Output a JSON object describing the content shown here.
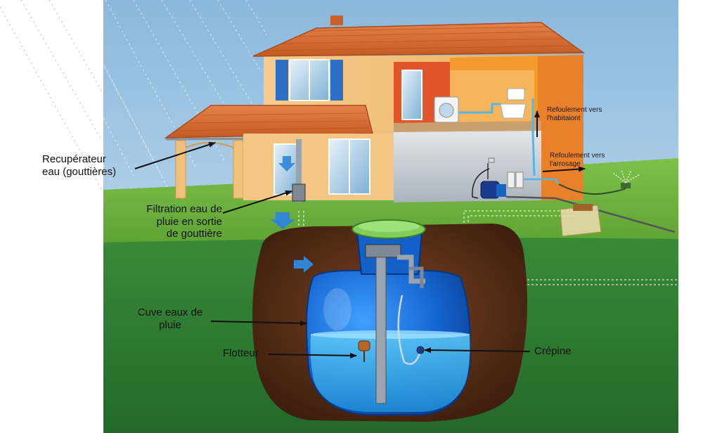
{
  "labels": {
    "recuperateur": [
      "Recupérateur",
      "eau (gouttières)"
    ],
    "filtration": [
      "Filtration eau de",
      "pluie en sortie",
      "de gouttière"
    ],
    "cuve": [
      "Cuve eaux de",
      "pluie"
    ],
    "flotteur": "Flotteur",
    "crepine": "Crépine",
    "refoulement_habitation": [
      "Refoulement  vers",
      "l'habitaiont"
    ],
    "refoulement_arrosage": [
      "Refoulement vers",
      "l'arrosage"
    ]
  },
  "colors": {
    "sky": "#9fc6e4",
    "ground": "#2f7d33",
    "grass": "#6fb23a",
    "pit": "#5a2f16",
    "tank": "#1670d6",
    "water": "#45b8ee",
    "roof": "#d86b2c",
    "wall": "#f2c07b",
    "orange_wall": "#f08a1e",
    "arrow": "#1a1a1a"
  }
}
